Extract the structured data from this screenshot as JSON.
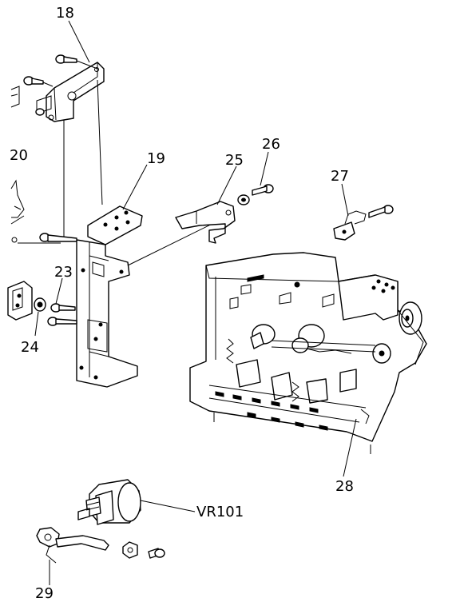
{
  "callouts": {
    "c18": "18",
    "c19": "19",
    "c20": "20",
    "c23": "23",
    "c24": "24",
    "c25": "25",
    "c26": "26",
    "c27": "27",
    "c28": "28",
    "c29": "29",
    "vr101": "VR101"
  }
}
